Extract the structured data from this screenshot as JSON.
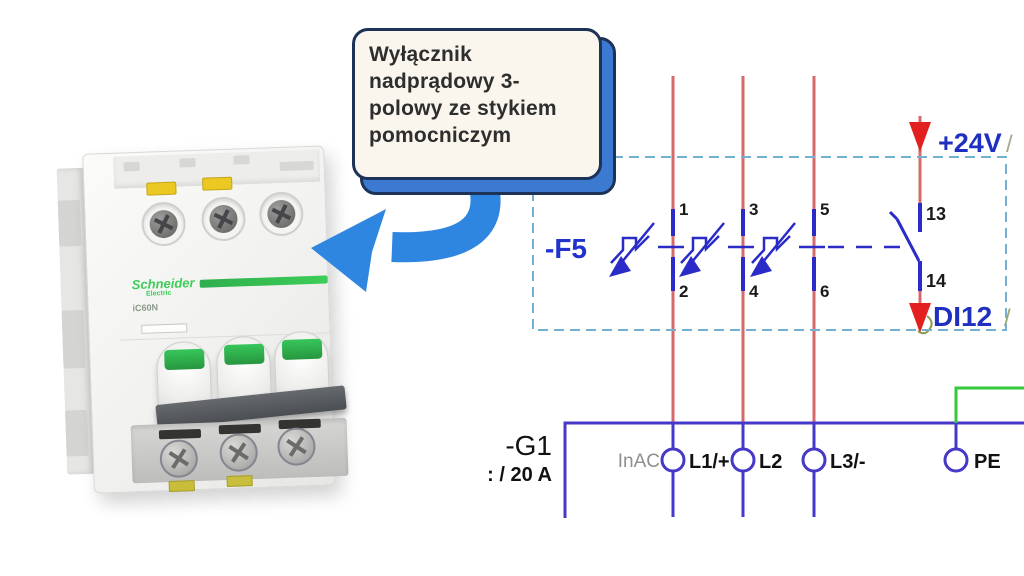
{
  "callout": {
    "lines": [
      "Wyłącznik",
      "nadprądowy 3-",
      "polowy ze stykiem",
      "pomocniczym"
    ]
  },
  "breaker_photo": {
    "brand": "Schneider",
    "brand_sub": "Electric",
    "model": "iC60N"
  },
  "schematic": {
    "breaker_tag": "-F5",
    "terminals": {
      "t1": "1",
      "t2": "2",
      "t3": "3",
      "t4": "4",
      "t5": "5",
      "t6": "6",
      "t13": "13",
      "t14": "14"
    },
    "supply_label": "+24V",
    "supply_ref": "/",
    "di_label": "DI12",
    "di_ref": "/",
    "plc": {
      "tag": "-G1",
      "rating": ": / 20 A",
      "port_label": "InAC",
      "terminal_labels": [
        "L1/+",
        "L2",
        "L3/-",
        "PE"
      ]
    },
    "colors": {
      "phase_red": "#d56a6a",
      "arrow_red": "#e32020",
      "symbol_blue": "#2b2bc8",
      "label_blue": "#2233cc",
      "dashed_box_blue": "#74b0d2",
      "device_violet": "#4638c8",
      "pe_green": "#35c93c",
      "gray_label": "#8f8f8f",
      "callout_arrow_blue": "#2f86e0"
    }
  }
}
